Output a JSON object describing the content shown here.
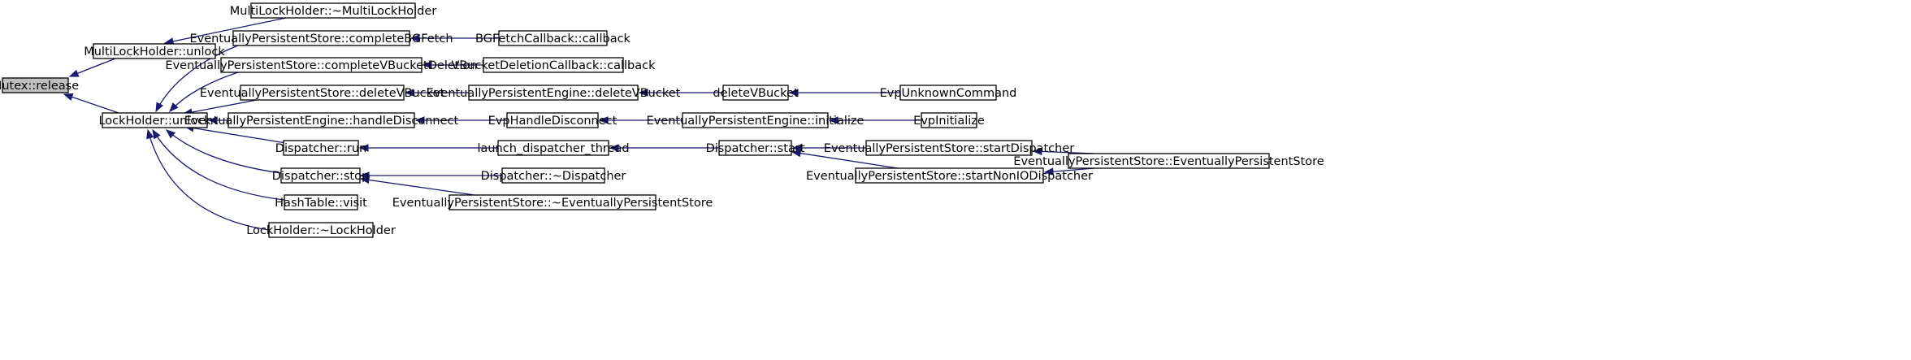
{
  "graph": {
    "colors": {
      "edge": "#191970",
      "root_fill": "#bfbfbf",
      "node_fill": "#ffffff",
      "border": "#000000"
    },
    "nodes": [
      {
        "id": "mutex_release",
        "label": "Mutex::release",
        "root": true
      },
      {
        "id": "multilockholder_unlock",
        "label": "MultiLockHolder::unlock"
      },
      {
        "id": "lockholder_unlock",
        "label": "LockHolder::unlock"
      },
      {
        "id": "multilockholder_dtor",
        "label": "MultiLockHolder::~MultiLockHolder"
      },
      {
        "id": "eps_completebgfetch",
        "label": "EventuallyPersistentStore::completeBGFetch"
      },
      {
        "id": "eps_completevbucketdeletion",
        "label": "EventuallyPersistentStore::completeVBucketDeletion"
      },
      {
        "id": "eps_deletevbucket",
        "label": "EventuallyPersistentStore::deleteVBucket"
      },
      {
        "id": "epe_handledisconnect",
        "label": "EventuallyPersistentEngine::handleDisconnect"
      },
      {
        "id": "dispatcher_run",
        "label": "Dispatcher::run"
      },
      {
        "id": "dispatcher_stop",
        "label": "Dispatcher::stop"
      },
      {
        "id": "hashtable_visit",
        "label": "HashTable::visit"
      },
      {
        "id": "lockholder_dtor",
        "label": "LockHolder::~LockHolder"
      },
      {
        "id": "bgfetchcallback_callback",
        "label": "BGFetchCallback::callback"
      },
      {
        "id": "vbucketdeletioncallback_callback",
        "label": "VBucketDeletionCallback::callback"
      },
      {
        "id": "epe_deletevbucket",
        "label": "EventuallyPersistentEngine::deleteVBucket"
      },
      {
        "id": "evphandledisconnect",
        "label": "EvpHandleDisconnect"
      },
      {
        "id": "launch_dispatcher_thread",
        "label": "launch_dispatcher_thread"
      },
      {
        "id": "dispatcher_dtor",
        "label": "Dispatcher::~Dispatcher"
      },
      {
        "id": "eps_dtor",
        "label": "EventuallyPersistentStore::~EventuallyPersistentStore"
      },
      {
        "id": "deletevbucket",
        "label": "deleteVBucket"
      },
      {
        "id": "epe_initialize",
        "label": "EventuallyPersistentEngine::initialize"
      },
      {
        "id": "dispatcher_start",
        "label": "Dispatcher::start"
      },
      {
        "id": "evpunknowncommand",
        "label": "EvpUnknownCommand"
      },
      {
        "id": "evpinitialize",
        "label": "EvpInitialize"
      },
      {
        "id": "eps_startdispatcher",
        "label": "EventuallyPersistentStore::startDispatcher"
      },
      {
        "id": "eps_startnoniodispatcher",
        "label": "EventuallyPersistentStore::startNonIODispatcher"
      },
      {
        "id": "eps_ctor",
        "label": "EventuallyPersistentStore::EventuallyPersistentStore"
      }
    ],
    "edges": [
      {
        "from": "multilockholder_unlock",
        "to": "mutex_release"
      },
      {
        "from": "lockholder_unlock",
        "to": "mutex_release"
      },
      {
        "from": "multilockholder_dtor",
        "to": "multilockholder_unlock"
      },
      {
        "from": "eps_completebgfetch",
        "to": "lockholder_unlock"
      },
      {
        "from": "eps_completevbucketdeletion",
        "to": "lockholder_unlock"
      },
      {
        "from": "eps_deletevbucket",
        "to": "lockholder_unlock"
      },
      {
        "from": "epe_handledisconnect",
        "to": "lockholder_unlock"
      },
      {
        "from": "dispatcher_run",
        "to": "lockholder_unlock"
      },
      {
        "from": "dispatcher_stop",
        "to": "lockholder_unlock"
      },
      {
        "from": "hashtable_visit",
        "to": "lockholder_unlock"
      },
      {
        "from": "lockholder_dtor",
        "to": "lockholder_unlock"
      },
      {
        "from": "bgfetchcallback_callback",
        "to": "eps_completebgfetch"
      },
      {
        "from": "vbucketdeletioncallback_callback",
        "to": "eps_completevbucketdeletion"
      },
      {
        "from": "epe_deletevbucket",
        "to": "eps_deletevbucket"
      },
      {
        "from": "evphandledisconnect",
        "to": "epe_handledisconnect"
      },
      {
        "from": "launch_dispatcher_thread",
        "to": "dispatcher_run"
      },
      {
        "from": "dispatcher_dtor",
        "to": "dispatcher_stop"
      },
      {
        "from": "eps_dtor",
        "to": "dispatcher_stop"
      },
      {
        "from": "deletevbucket",
        "to": "epe_deletevbucket"
      },
      {
        "from": "epe_initialize",
        "to": "evphandledisconnect"
      },
      {
        "from": "dispatcher_start",
        "to": "launch_dispatcher_thread"
      },
      {
        "from": "evpunknowncommand",
        "to": "deletevbucket"
      },
      {
        "from": "evpinitialize",
        "to": "epe_initialize"
      },
      {
        "from": "eps_startdispatcher",
        "to": "dispatcher_start"
      },
      {
        "from": "eps_startnoniodispatcher",
        "to": "dispatcher_start"
      },
      {
        "from": "eps_ctor",
        "to": "eps_startdispatcher"
      },
      {
        "from": "eps_ctor",
        "to": "eps_startnoniodispatcher"
      }
    ]
  }
}
